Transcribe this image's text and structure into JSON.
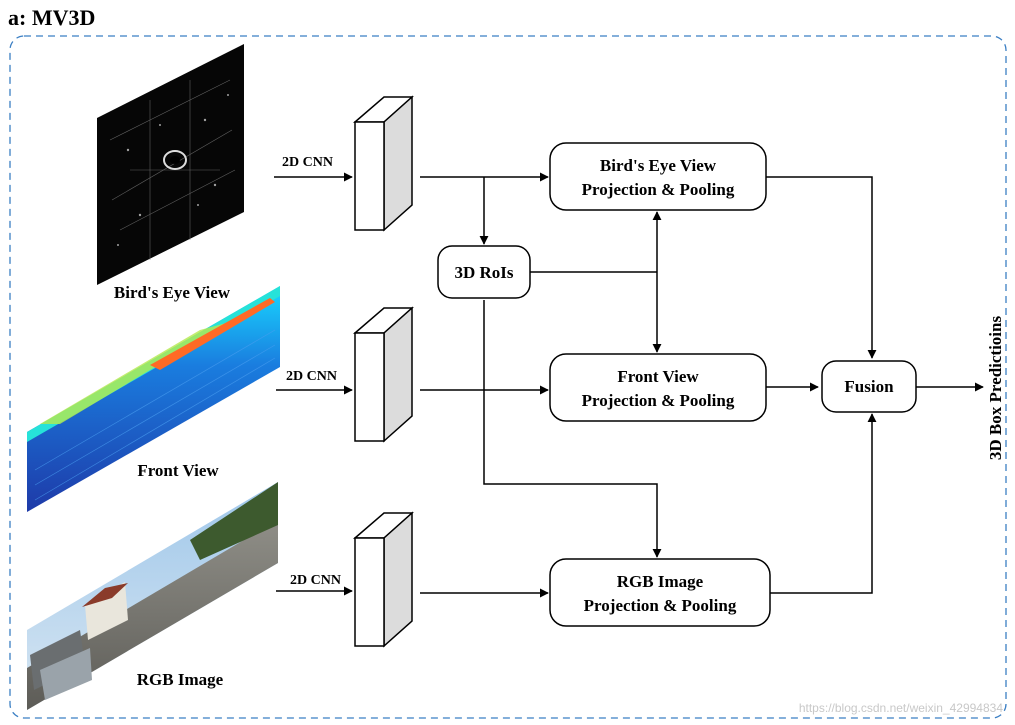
{
  "title": "a: MV3D",
  "inputs": [
    {
      "label": "Bird's Eye View",
      "cnn_label": "2D CNN"
    },
    {
      "label": "Front View",
      "cnn_label": "2D CNN"
    },
    {
      "label": "RGB Image",
      "cnn_label": "2D CNN"
    }
  ],
  "rois": {
    "label": "3D RoIs"
  },
  "pooling": [
    {
      "line1": "Bird's Eye View",
      "line2": "Projection & Pooling"
    },
    {
      "line1": "Front View",
      "line2": "Projection & Pooling"
    },
    {
      "line1": "RGB Image",
      "line2": "Projection & Pooling"
    }
  ],
  "fusion": {
    "label": "Fusion"
  },
  "output": {
    "label": "3D Box Predictioins"
  },
  "watermark": "https://blog.csdn.net/weixin_42994834",
  "colors": {
    "frame": "#3b7fc4",
    "stroke": "#000000",
    "cube_side": "#dcdcdc",
    "bev_bg": "#060606",
    "front_low": "#1f3fb5",
    "front_high": "#19c8ff",
    "front_ground": "#e8e63a",
    "rgb_sky": "#a9cdea",
    "rgb_road": "#7e7d78"
  }
}
